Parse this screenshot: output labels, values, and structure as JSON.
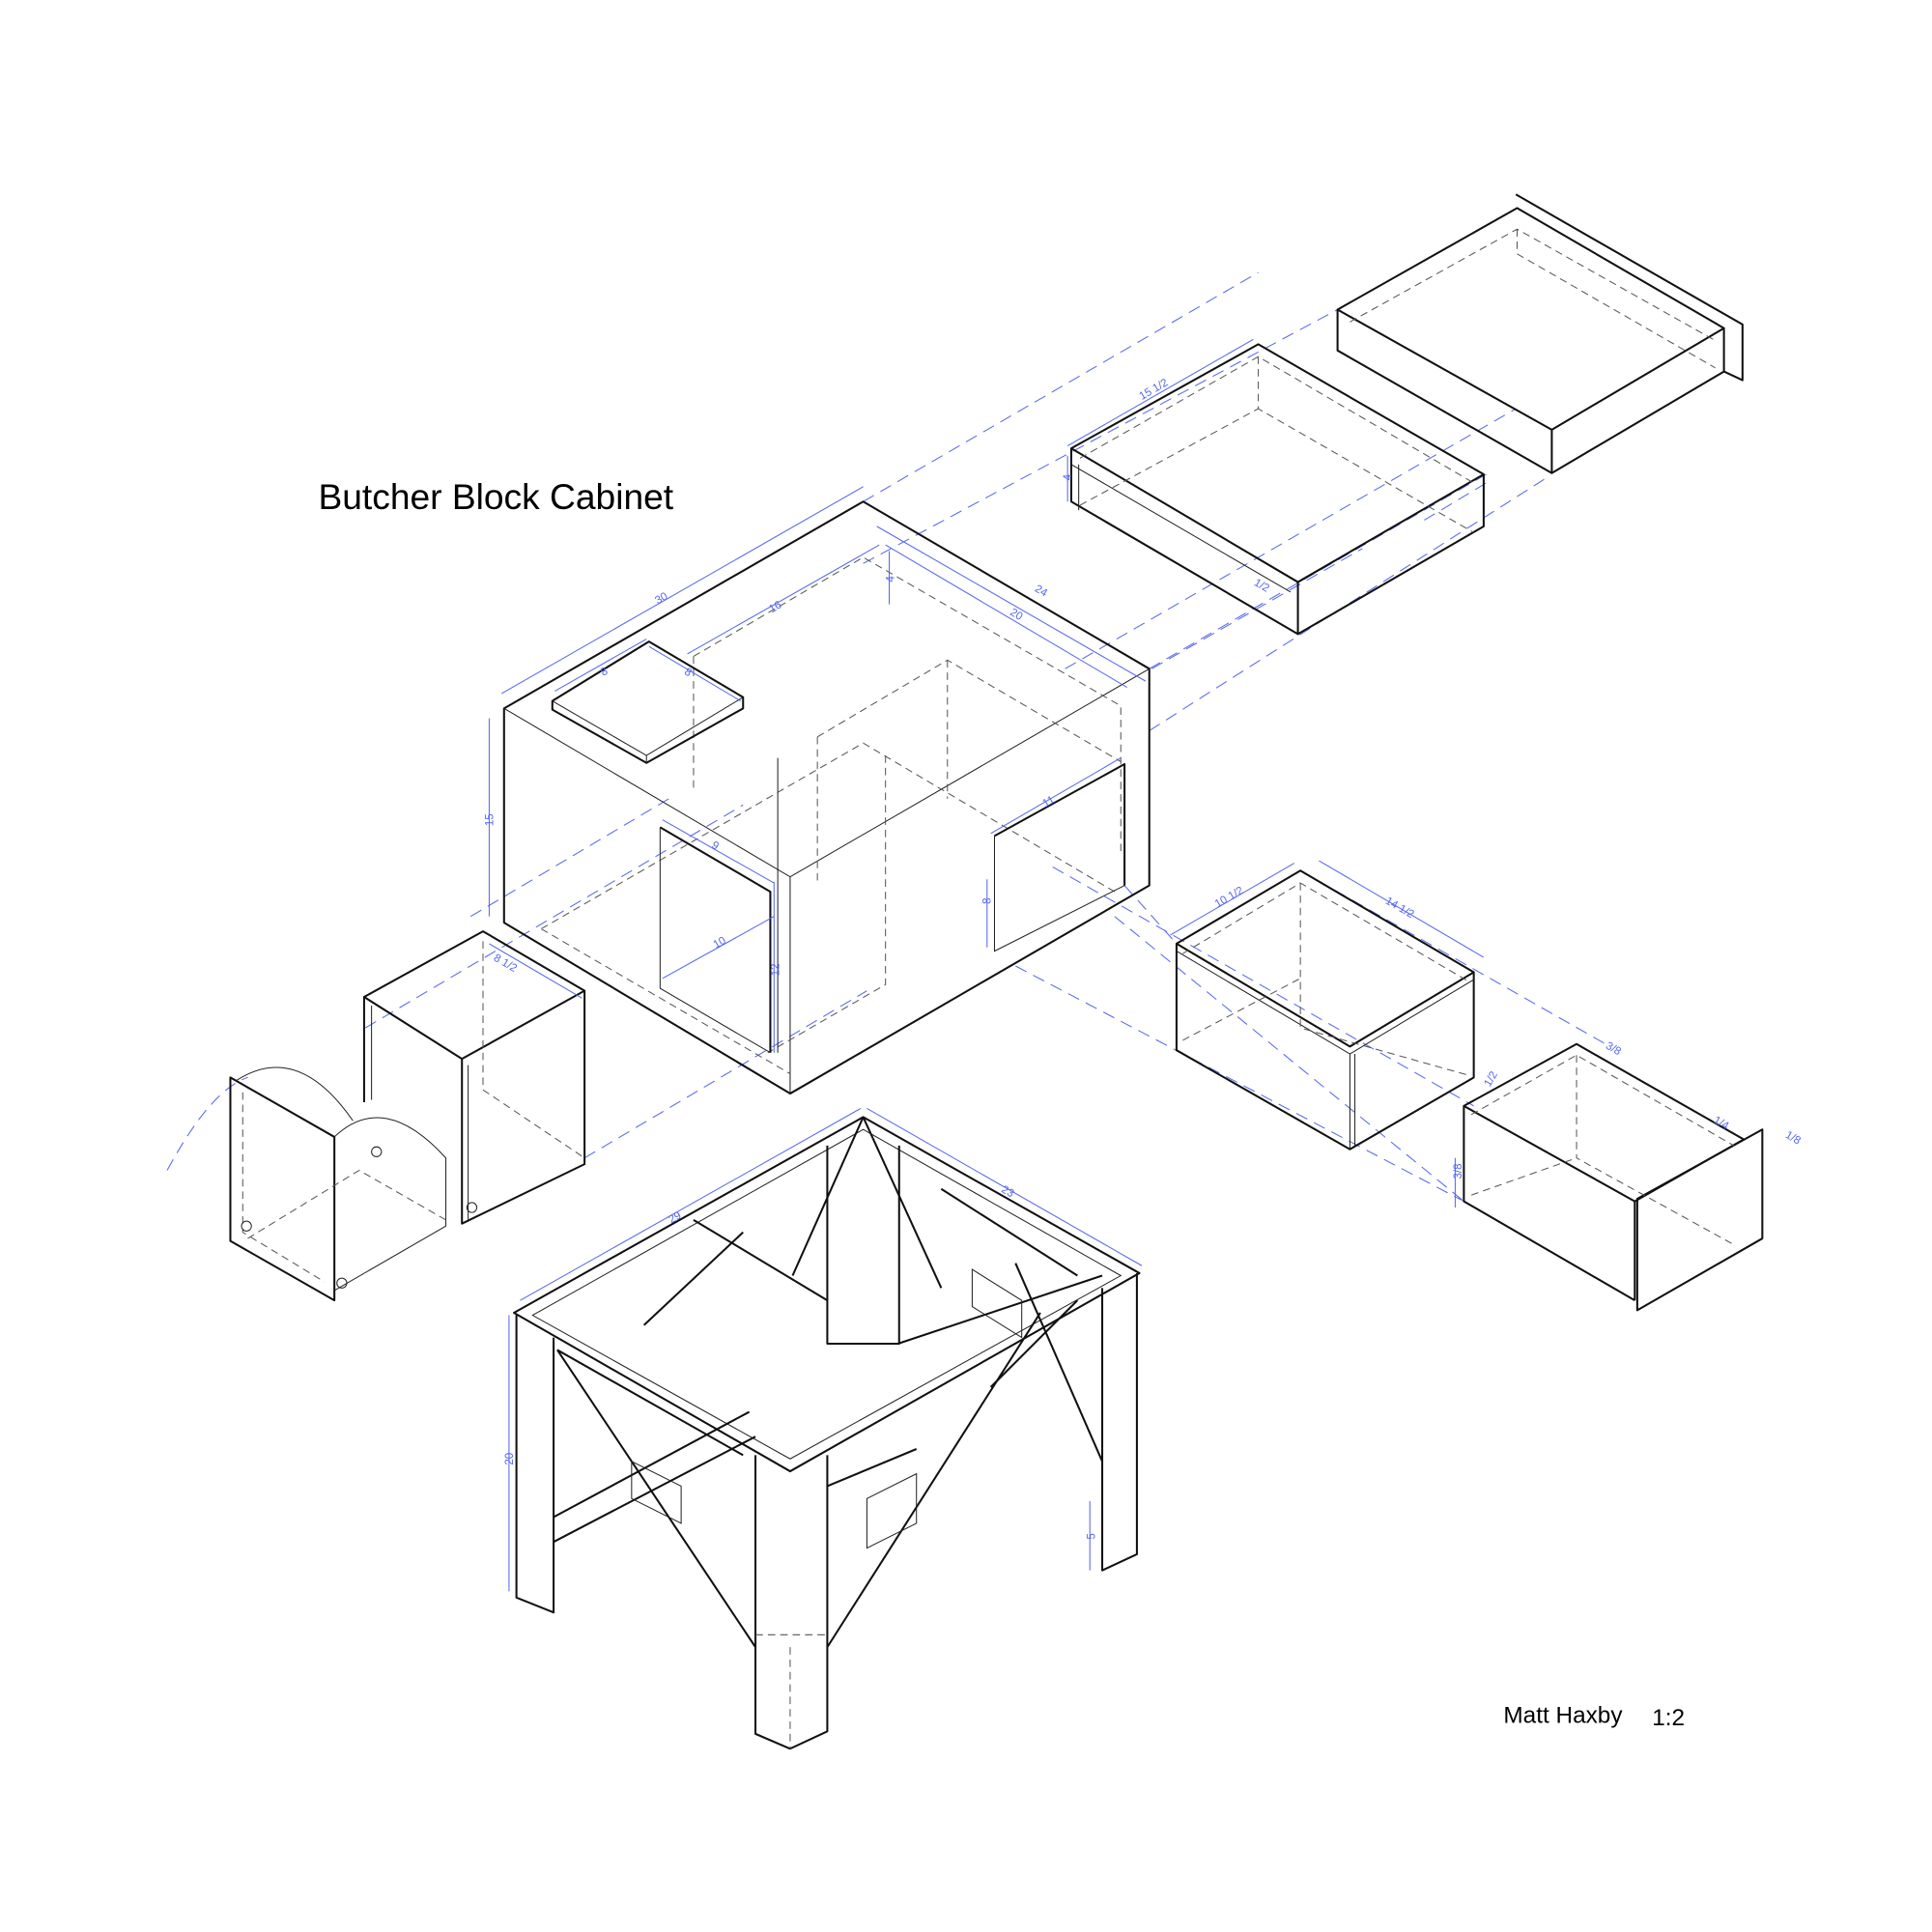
{
  "title": "Butcher Block Cabinet",
  "author": "Matt Haxby",
  "scale": "1:2",
  "colors": {
    "line": "#111111",
    "dimension": "#5566ee"
  },
  "dimensions": {
    "cabinet_width": "30",
    "cabinet_depth": "24",
    "cabinet_height": "15",
    "inner_width": "16",
    "inner_depth": "20",
    "inner_height": "4",
    "tile_a": "8",
    "tile_b": "8",
    "left_opening_width": "9",
    "left_opening_depth": "10",
    "left_opening_height": "12",
    "right_opening_width": "11",
    "right_opening_height": "8",
    "tray_width": "15 1/2",
    "tray_height": "4",
    "tray_thickness": "1/2",
    "box_width": "10 1/2",
    "box_depth": "14 1/2",
    "small_box_top": "3/8",
    "small_box_side": "1/2",
    "small_box_height": "3/8",
    "small_box_front": "1/4",
    "small_box_plate": "1/8",
    "side_cabinet_width": "8 1/2",
    "table_width": "29",
    "table_depth": "23",
    "table_height": "20",
    "table_stretcher": "5"
  }
}
